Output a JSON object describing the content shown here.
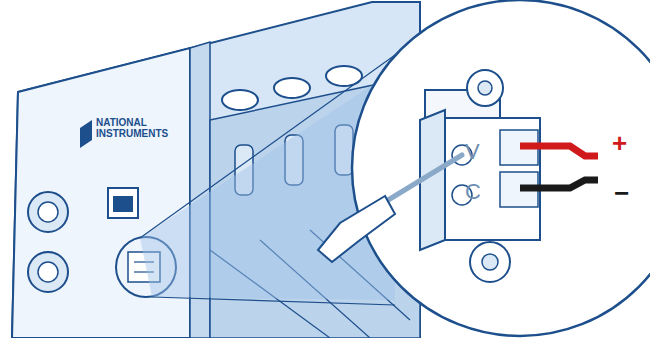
{
  "diagram": {
    "labels": [
      "NATIONAL INSTRUMENTS",
      "V",
      "C",
      "+",
      "−"
    ]
  }
}
